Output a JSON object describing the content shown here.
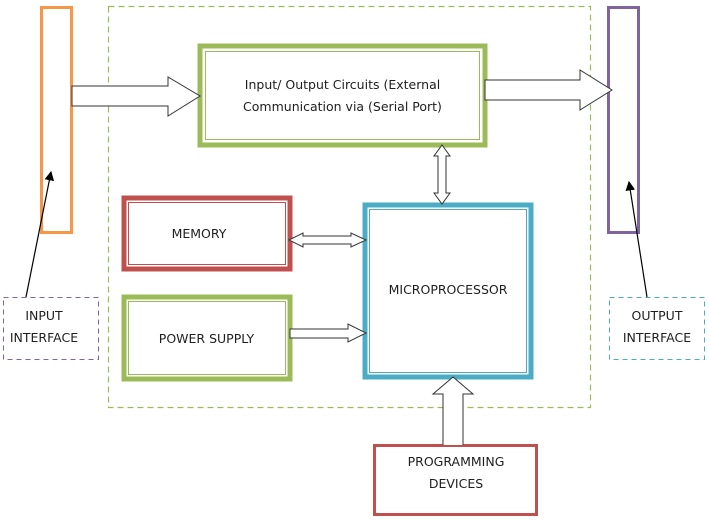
{
  "diagram": {
    "title": "Microcontroller block diagram",
    "colors": {
      "input_bar": "#f79646",
      "output_bar": "#8064a2",
      "io_box": "#9bbb59",
      "memory_box": "#c0504d",
      "power_box": "#9bbb59",
      "cpu_box": "#4bacc6",
      "prog_box": "#c0504d",
      "system_boundary": "#9bbb59",
      "input_interface_border": "#8064a2",
      "output_interface_border": "#4bacc6"
    },
    "blocks": {
      "io_circuits": {
        "line1": "Input/ Output Circuits (External",
        "line2": "Communication via (Serial Port)"
      },
      "memory": {
        "label": "MEMORY"
      },
      "power_supply": {
        "label": "POWER SUPPLY"
      },
      "microprocessor": {
        "label": "MICROPROCESSOR"
      },
      "programming_devices": {
        "line1": "PROGRAMMING",
        "line2": "DEVICES"
      },
      "input_interface": {
        "line1": "INPUT",
        "line2": "INTERFACE"
      },
      "output_interface": {
        "line1": "OUTPUT",
        "line2": "INTERFACE"
      }
    },
    "connections": [
      {
        "from": "input_bar",
        "to": "io_circuits",
        "type": "one-way"
      },
      {
        "from": "io_circuits",
        "to": "output_bar",
        "type": "one-way"
      },
      {
        "from": "io_circuits",
        "to": "microprocessor",
        "type": "two-way"
      },
      {
        "from": "memory",
        "to": "microprocessor",
        "type": "two-way"
      },
      {
        "from": "power_supply",
        "to": "microprocessor",
        "type": "one-way"
      },
      {
        "from": "programming_devices",
        "to": "microprocessor",
        "type": "one-way"
      },
      {
        "from": "input_interface",
        "to": "input_bar",
        "type": "pointer"
      },
      {
        "from": "output_interface",
        "to": "output_bar",
        "type": "pointer"
      }
    ]
  }
}
